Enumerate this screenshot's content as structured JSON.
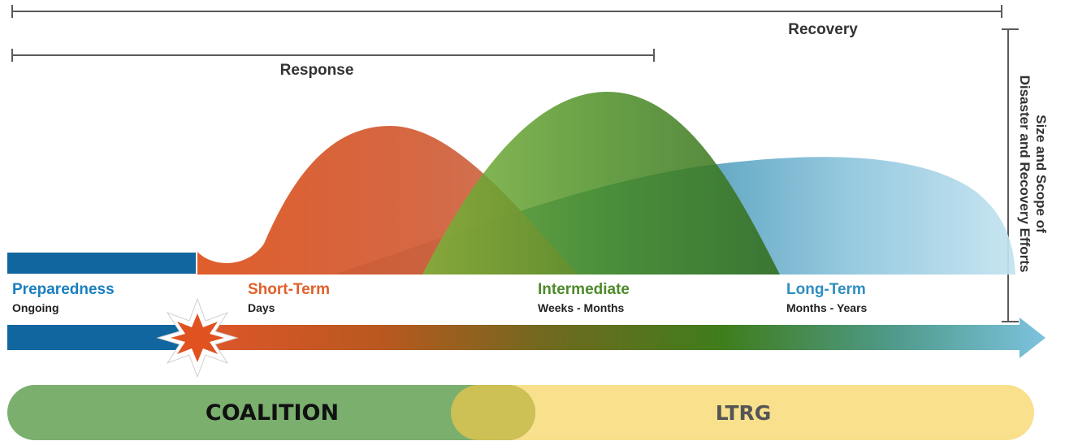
{
  "brackets": {
    "recovery": "Recovery",
    "response": "Response"
  },
  "side_label": {
    "line1": "Size and Scope of",
    "line2": "Disaster and Recovery Efforts"
  },
  "phases": [
    {
      "title": "Preparedness",
      "subtitle": "Ongoing",
      "color": "#1a7fbf"
    },
    {
      "title": "Short-Term",
      "subtitle": "Days",
      "color": "#e0602a"
    },
    {
      "title": "Intermediate",
      "subtitle": "Weeks - Months",
      "color": "#4e8a2a"
    },
    {
      "title": "Long-Term",
      "subtitle": "Months - Years",
      "color": "#2e8ec0"
    }
  ],
  "bar": {
    "left": "COALITION",
    "right": "LTRG",
    "left_color": "#7aaf6e",
    "right_color": "#f8e08c",
    "overlap_color": "#cdc055"
  },
  "colors": {
    "preparedness_blue": "#11669f",
    "short_term_orange": "#dd5822",
    "intermediate_green": "#5a9a2b",
    "long_term_blue": "#9ccde2"
  }
}
